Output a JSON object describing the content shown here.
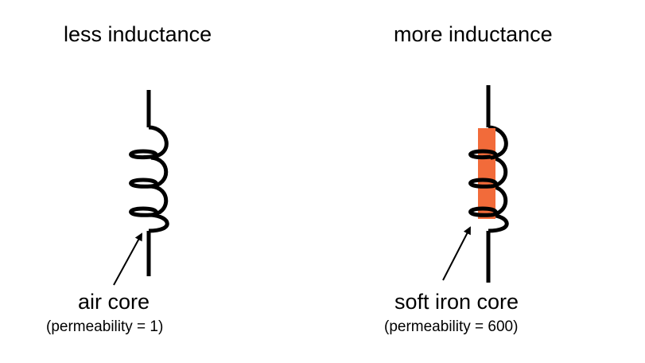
{
  "left": {
    "title": "less inductance",
    "core_label": "air core",
    "permeability_label": "(permeability = 1)"
  },
  "right": {
    "title": "more inductance",
    "core_label": "soft iron core",
    "permeability_label": "(permeability = 600)"
  },
  "colors": {
    "wire": "#000000",
    "iron_core": "#F26B3A",
    "background": "#FFFFFF"
  }
}
